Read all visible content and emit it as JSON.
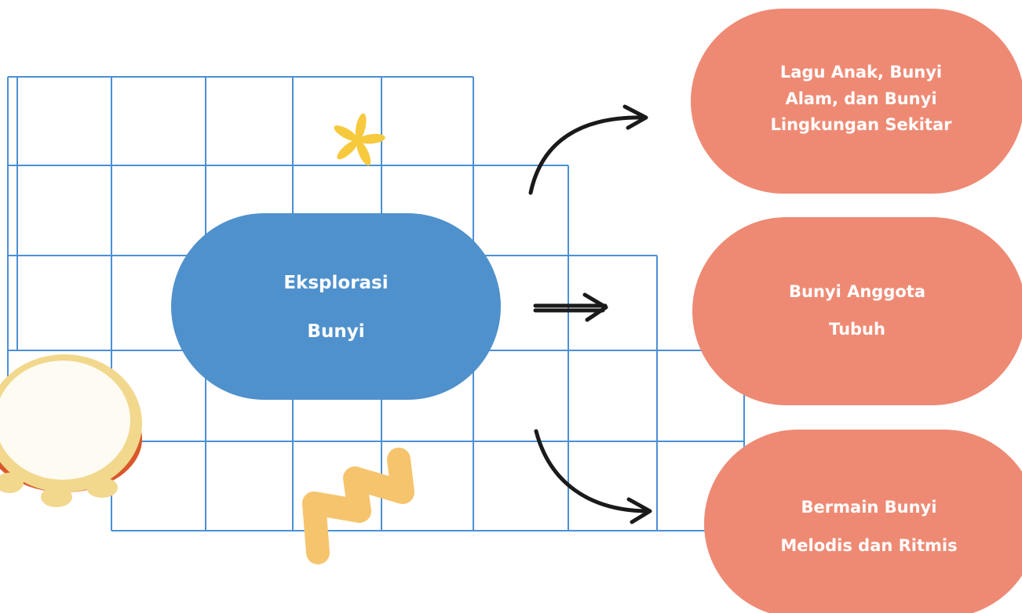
{
  "diagram": {
    "center": {
      "lines": [
        "Eksplorasi",
        "Bunyi"
      ],
      "color": "#4f91cc"
    },
    "branches": [
      {
        "lines": [
          "Lagu Anak, Bunyi",
          "Alam, dan Bunyi",
          "Lingkungan Sekitar"
        ]
      },
      {
        "lines": [
          "Bunyi Anggota",
          "Tubuh"
        ]
      },
      {
        "lines": [
          "Bermain Bunyi",
          "Melodis dan Ritmis"
        ]
      }
    ],
    "branch_color": "#ee8a74",
    "grid_color": "#4b8fd6",
    "arrow_color": "#1a1a1a",
    "decorations": [
      "tambourine-icon",
      "asterisk-sparkle-icon",
      "zigzag-icon"
    ]
  }
}
